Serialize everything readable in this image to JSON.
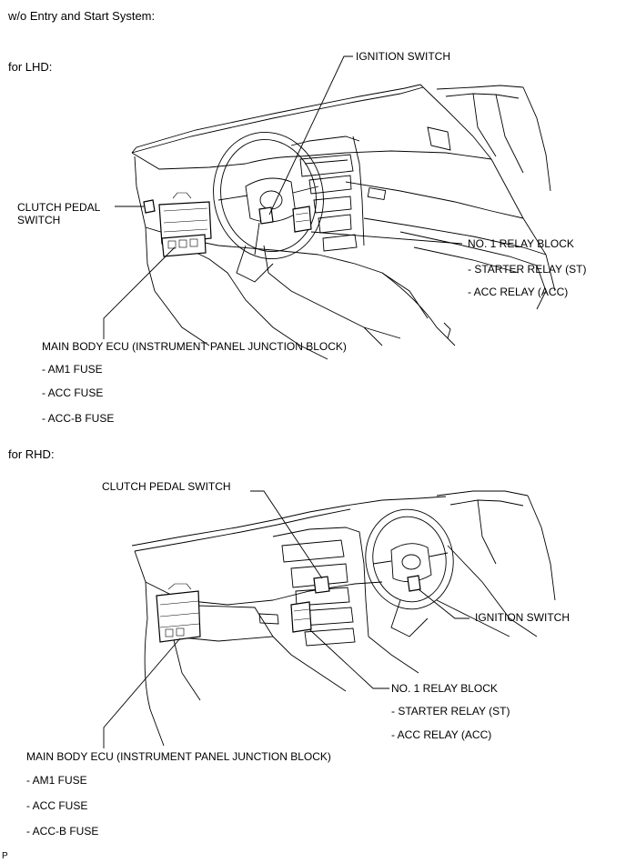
{
  "heading": "w/o Entry and Start System:",
  "lhd": {
    "label": "for LHD:",
    "ignition_switch": "IGNITION SWITCH",
    "clutch_pedal_switch_line1": "CLUTCH PEDAL",
    "clutch_pedal_switch_line2": "SWITCH",
    "relay_block": "NO. 1 RELAY BLOCK",
    "starter_relay": "- STARTER RELAY (ST)",
    "acc_relay": "- ACC RELAY (ACC)",
    "main_body_ecu": "MAIN BODY ECU (INSTRUMENT PANEL JUNCTION BLOCK)",
    "am1_fuse": "- AM1 FUSE",
    "acc_fuse": "- ACC FUSE",
    "accb_fuse": "- ACC-B FUSE"
  },
  "rhd": {
    "label": "for RHD:",
    "clutch_pedal_switch": "CLUTCH PEDAL SWITCH",
    "ignition_switch": "IGNITION SWITCH",
    "relay_block": "NO. 1 RELAY BLOCK",
    "starter_relay": "- STARTER RELAY (ST)",
    "acc_relay": "- ACC RELAY (ACC)",
    "main_body_ecu": "MAIN BODY ECU (INSTRUMENT PANEL JUNCTION BLOCK)",
    "am1_fuse": "- AM1 FUSE",
    "acc_fuse": "- ACC FUSE",
    "accb_fuse": "- ACC-B FUSE"
  },
  "footer_code": "P"
}
